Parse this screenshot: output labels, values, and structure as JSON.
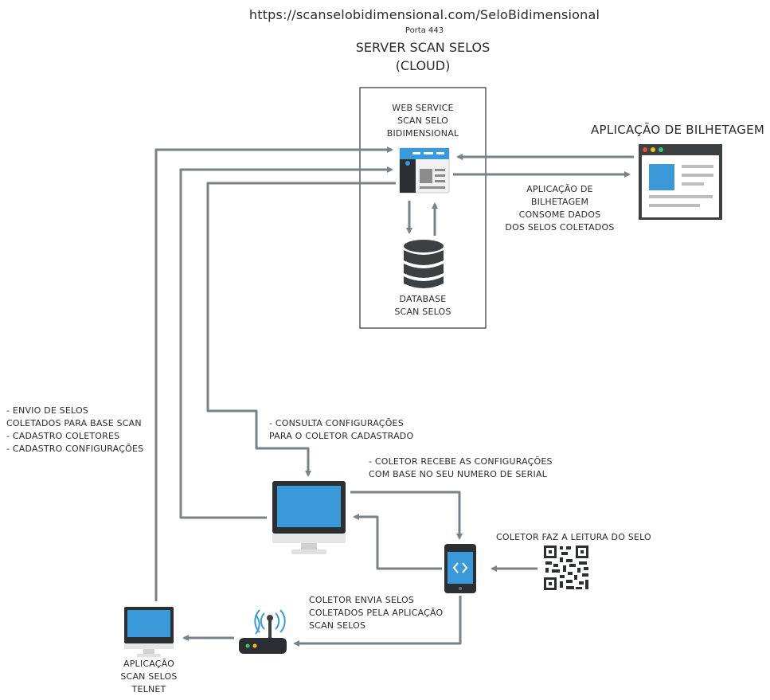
{
  "header": {
    "url": "https://scanselobidimensional.com/SeloBidimensional",
    "port": "Porta 443",
    "server_title": "SERVER SCAN SELOS",
    "server_subtitle": "(CLOUD)"
  },
  "cloud_box": {
    "web_service_label": "WEB SERVICE\nSCAN SELO\nBIDIMENSIONAL",
    "database_label": "DATABASE\nSCAN SELOS"
  },
  "billing_app": {
    "title": "APLICAÇÃO DE BILHETAGEM",
    "note": "APLICAÇÃO DE\nBILHETAGEM\nCONSOME DADOS\nDOS SELOS COLETADOS"
  },
  "notes": {
    "left_list": "- ENVIO DE SELOS\nCOLETADOS PARA BASE SCAN\n- CADASTRO COLETORES\n- CADASTRO CONFIGURAÇÕES",
    "consulta": "- CONSULTA CONFIGURAÇÕES\nPARA O COLETOR CADASTRADO",
    "coletor_recebe": "- COLETOR RECEBE AS CONFIGURAÇÕES\nCOM BASE NO SEU NUMERO DE SERIAL",
    "coletor_leitura": "COLETOR FAZ A LEITURA DO SELO",
    "coletor_envia": "COLETOR ENVIA SELOS\nCOLETADOS PELA APLICAÇÃO\nSCAN SELOS",
    "telnet_label": "APLICAÇÃO\nSCAN SELOS\nTELNET"
  },
  "icons": {
    "web_service": "web-page-icon",
    "database": "database-icon",
    "billing_window": "browser-window-icon",
    "desktop": "monitor-icon",
    "collector": "mobile-device-icon",
    "qr": "qr-code-icon",
    "router": "wifi-router-icon",
    "telnet_pc": "small-monitor-icon"
  },
  "colors": {
    "arrow": "#7a8288",
    "accent_blue": "#3a9ad9",
    "device_dark": "#3d4043"
  }
}
